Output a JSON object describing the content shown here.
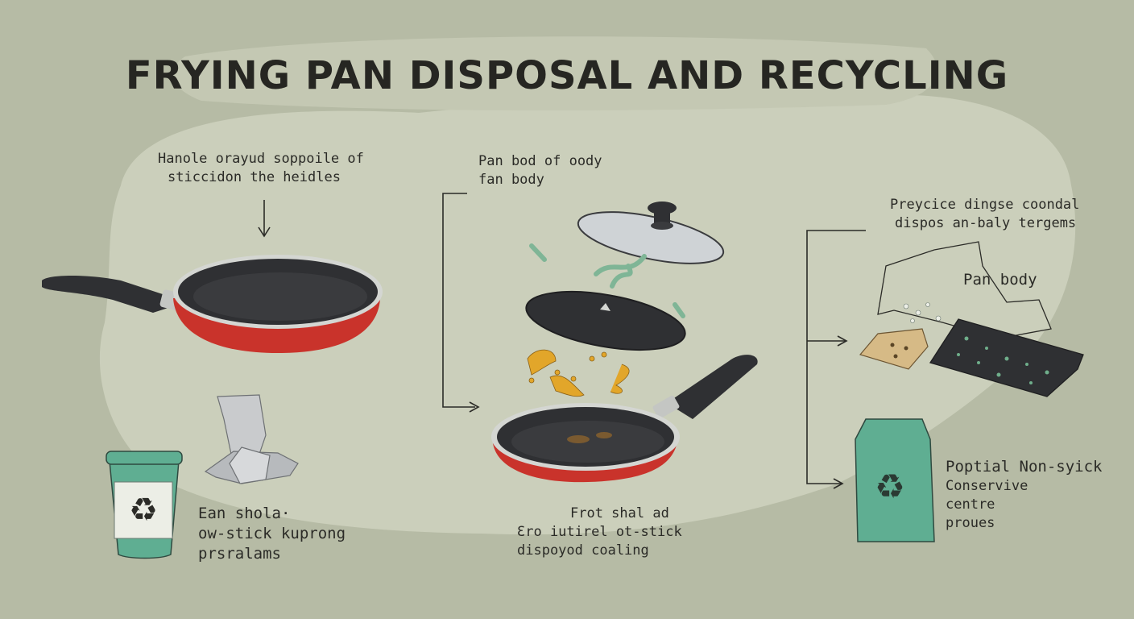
{
  "title": "FRYING PAN DISPOSAL AND RECYCLING",
  "labels": {
    "handle_note": [
      "Hanole orayud soppoile of",
      "sticcidon the heidles"
    ],
    "pan_body_note": [
      "Pan bod of oody",
      "fan body"
    ],
    "disposal_note": [
      "Preycice dingse coondal",
      "dispos an-baly tergems"
    ],
    "pan_body_tag": "Pan body",
    "coating_left": [
      "Ean shola·",
      "ow-stick kuprong",
      "prsralams"
    ],
    "coating_mid": [
      "Frot shal ad",
      "Ɛro iutirel ot-stick",
      "dispoyod coaling"
    ],
    "bag_note": [
      "Poptial Non-syick",
      "Conservive",
      "centre",
      "proues"
    ]
  },
  "icons": [
    "frying-pan-icon",
    "lid-icon",
    "pan-body-icon",
    "recycle-bin-icon",
    "recycle-bag-icon",
    "scrap-metal-icon",
    "foil-wrap-icon"
  ],
  "colors": {
    "background": "#b6bba5",
    "panel": "#cbcfbb",
    "pan_red": "#c9332b",
    "pan_dark": "#2f3033",
    "recycle_green": "#5fae92",
    "flake_yellow": "#e2a62a",
    "lid_silver": "#cfd3d6"
  }
}
